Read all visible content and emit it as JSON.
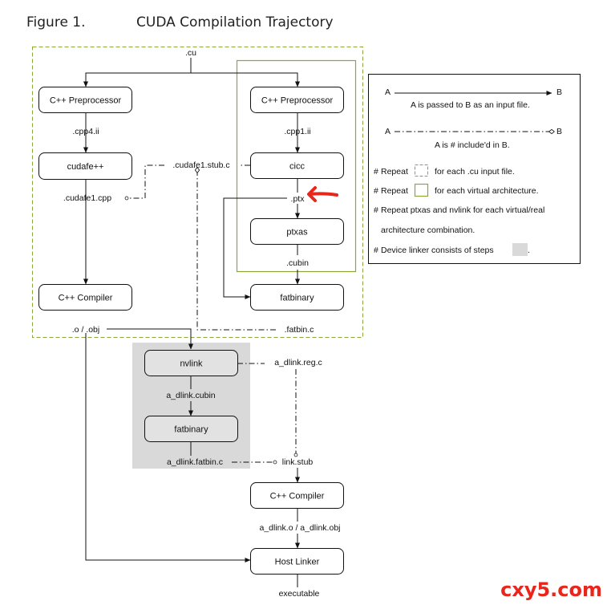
{
  "figure": {
    "number": "Figure 1.",
    "title": "CUDA Compilation Trajectory"
  },
  "nodes": {
    "cpp_preprocessor_host": "C++ Preprocessor",
    "cudafe": "cudafe++",
    "cpp_compiler_host": "C++ Compiler",
    "cpp_preprocessor_device": "C++ Preprocessor",
    "cicc": "cicc",
    "ptxas": "ptxas",
    "fatbinary_main": "fatbinary",
    "nvlink": "nvlink",
    "fatbinary_link": "fatbinary",
    "cpp_compiler_link": "C++ Compiler",
    "host_linker": "Host Linker"
  },
  "files": {
    "cu": ".cu",
    "cpp4_ii": ".cpp4.ii",
    "cpp1_ii": ".cpp1.ii",
    "cudafe1_stub_c": ".cudafe1.stub.c",
    "cudafe1_cpp": ".cudafe1.cpp",
    "ptx": ".ptx",
    "cubin": ".cubin",
    "o_obj": ".o / .obj",
    "fatbin_c": ".fatbin.c",
    "a_dlink_reg_c": "a_dlink.reg.c",
    "a_dlink_cubin": "a_dlink.cubin",
    "a_dlink_fatbin_c": "a_dlink.fatbin.c",
    "link_stub": "link.stub",
    "a_dlink_o": "a_dlink.o / a_dlink.obj",
    "executable": "executable"
  },
  "legend": {
    "a": "A",
    "b": "B",
    "input_desc": "A is passed to B as an input file.",
    "include_desc": "A is # include'd in B.",
    "hash": "#",
    "repeat": "Repeat",
    "repeat_cu": "for each .cu input file.",
    "repeat_arch": "for each virtual architecture.",
    "repeat_ptxas_1": "Repeat ptxas and nvlink for each virtual/real",
    "repeat_ptxas_2": "architecture combination.",
    "device_linker": "Device linker consists of steps",
    "period": "."
  },
  "watermark": "cxy5.com",
  "colors": {
    "olive": "#8aa83a",
    "gray_region": "#d9d9d9",
    "annotation_red": "#e8261c"
  }
}
